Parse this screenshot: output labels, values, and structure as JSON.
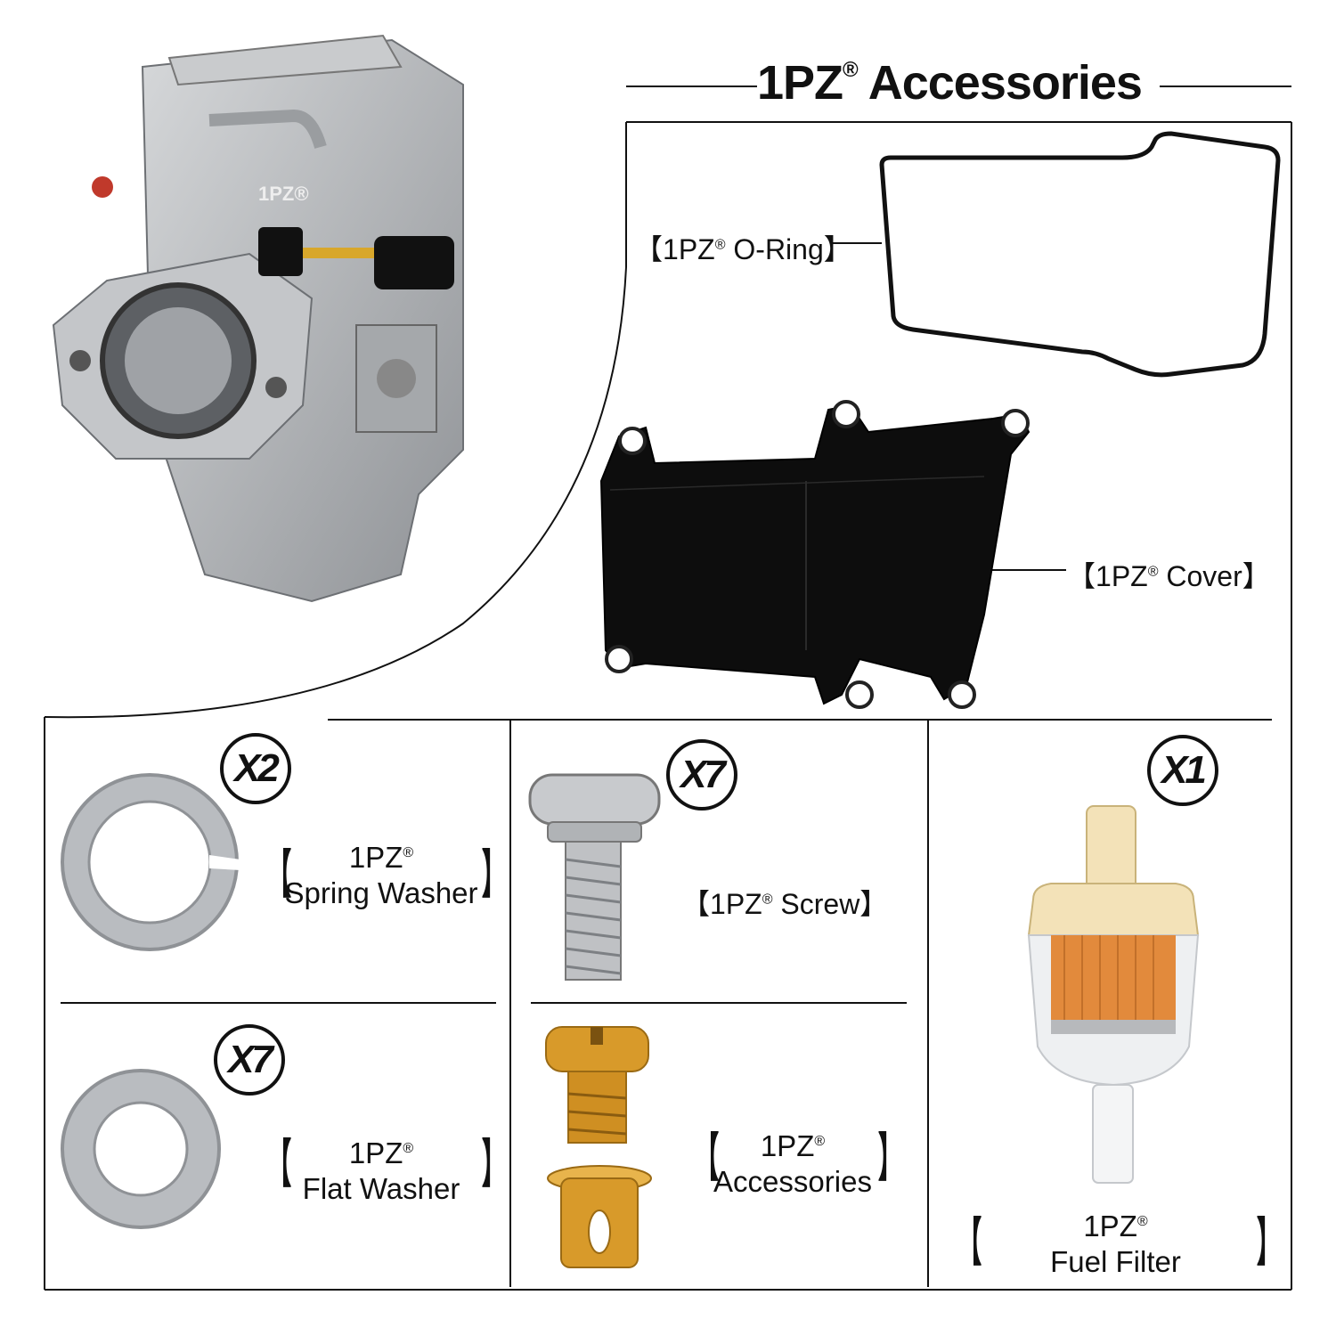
{
  "title": {
    "prefix": "1PZ",
    "reg": "®",
    "suffix": " Accessories"
  },
  "parts": {
    "oring": {
      "bracket_open": "【",
      "brand": "1PZ",
      "reg": "®",
      "name": " O-Ring",
      "bracket_close": "】"
    },
    "cover": {
      "bracket_open": "【",
      "brand": "1PZ",
      "reg": "®",
      "name": " Cover",
      "bracket_close": "】"
    },
    "spring_washer": {
      "qty": "X2",
      "brand": "1PZ",
      "reg": "®",
      "name": "Spring Washer"
    },
    "flat_washer": {
      "qty": "X7",
      "brand": "1PZ",
      "reg": "®",
      "name": "Flat Washer"
    },
    "screw": {
      "qty": "X7",
      "bracket_open": "【",
      "brand": "1PZ",
      "reg": "®",
      "name": " Screw",
      "bracket_close": "】"
    },
    "accessories": {
      "brand": "1PZ",
      "reg": "®",
      "name": "Accessories"
    },
    "fuel_filter": {
      "qty": "X1",
      "brand": "1PZ",
      "reg": "®",
      "name": "Fuel Filter"
    }
  },
  "carb_logo": "1PZ®",
  "colors": {
    "line": "#111111",
    "metal": "#b9bcc0",
    "black_part": "#0d0d0d",
    "brass": "#d89a2a",
    "filter_cap": "#f3e2b8",
    "filter_core": "#e28a3c"
  }
}
